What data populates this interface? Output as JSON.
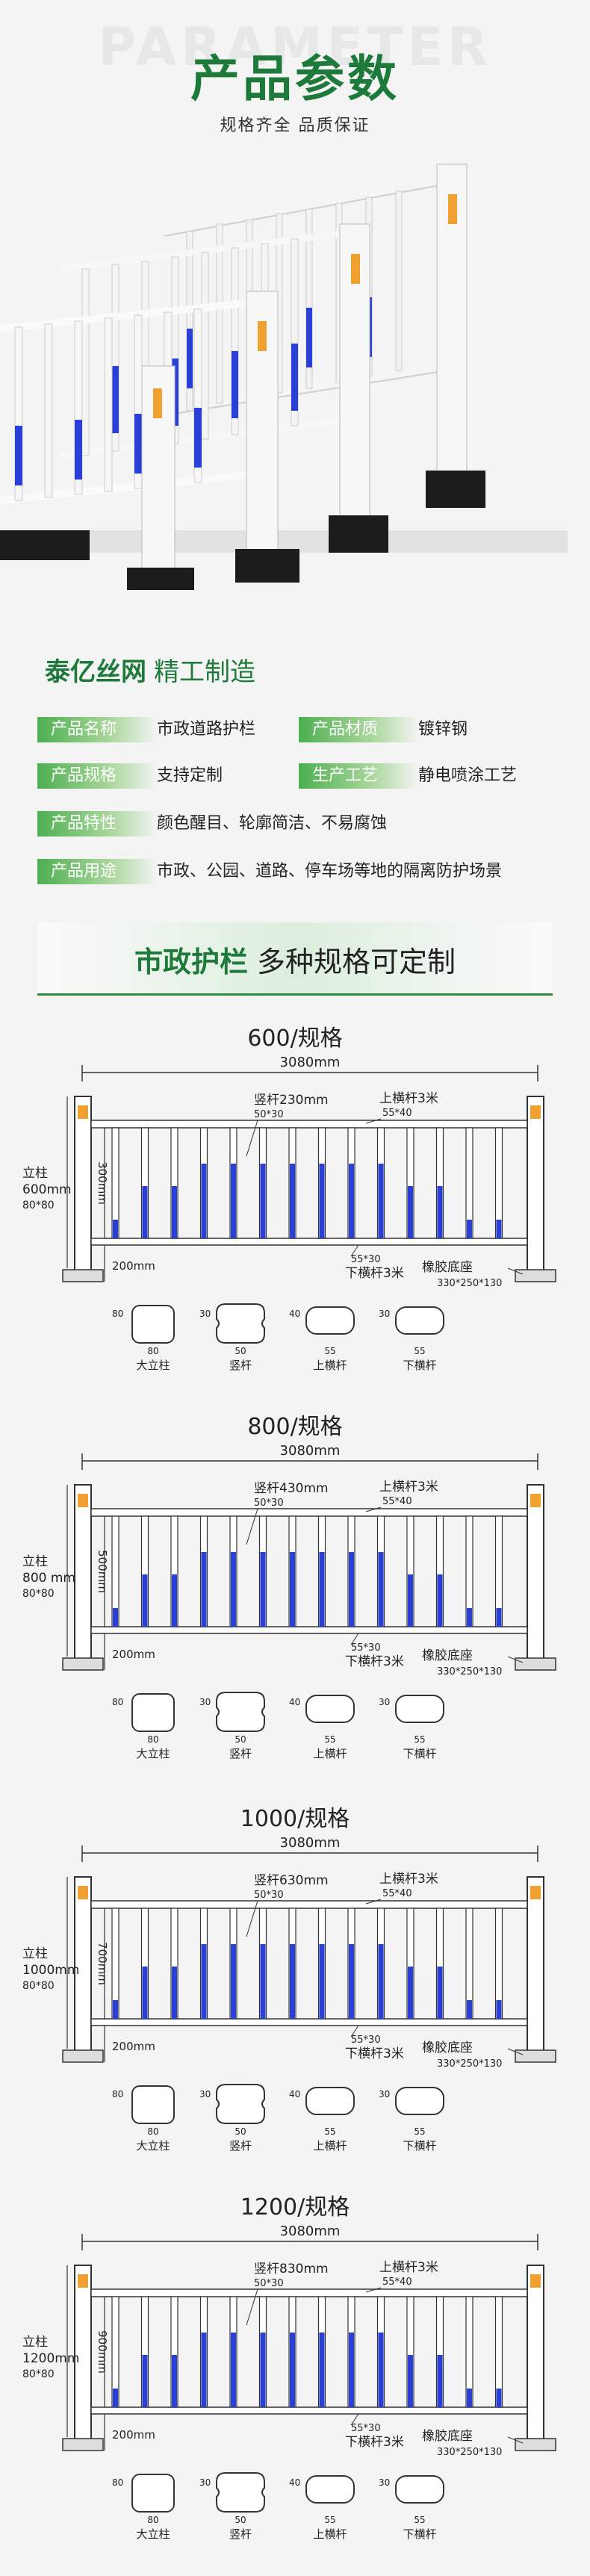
{
  "header": {
    "watermark": "PARAMETER",
    "title": "产品参数",
    "subtitle": "规格齐全 品质保证"
  },
  "brand": {
    "name": "泰亿丝网",
    "slogan": "精工制造"
  },
  "specs": [
    {
      "label": "产品名称",
      "value": "市政道路护栏"
    },
    {
      "label": "产品材质",
      "value": "镀锌钢"
    },
    {
      "label": "产品规格",
      "value": "支持定制"
    },
    {
      "label": "生产工艺",
      "value": "静电喷涂工艺"
    },
    {
      "label": "产品特性",
      "value": "颜色醒目、轮廓简洁、不易腐蚀"
    },
    {
      "label": "产品用途",
      "value": "市政、公园、道路、停车场等地的隔离防护场景"
    }
  ],
  "banner": {
    "strong": "市政护栏",
    "rest": "多种规格可定制"
  },
  "diagrams": [
    {
      "title": "600/规格",
      "height": "300mm",
      "post": "立柱",
      "post_size": "600mm",
      "post_sec": "80*80",
      "vertical": "竖杆230mm"
    },
    {
      "title": "800/规格",
      "height": "500mm",
      "post": "立柱",
      "post_size": "800 mm",
      "post_sec": "80*80",
      "vertical": "竖杆430mm"
    },
    {
      "title": "1000/规格",
      "height": "700mm",
      "post": "立柱",
      "post_size": "1000mm",
      "post_sec": "80*80",
      "vertical": "竖杆630mm"
    },
    {
      "title": "1200/规格",
      "height": "900mm",
      "post": "立柱",
      "post_size": "1200mm",
      "post_sec": "80*80",
      "vertical": "竖杆830mm"
    }
  ],
  "common": {
    "width": "3080mm",
    "vert_sec": "50*30",
    "top_rail": "上横杆3米",
    "top_sec": "55*40",
    "bottom_rail": "下横杆3米",
    "bottom_sec": "55*30",
    "gap": "200mm",
    "base": "橡胶底座",
    "base_size": "330*250*130",
    "prof": [
      {
        "name": "大立柱",
        "a": "80",
        "b": "80"
      },
      {
        "name": "竖杆",
        "a": "30",
        "b": "50"
      },
      {
        "name": "上横杆",
        "a": "40",
        "b": "55"
      },
      {
        "name": "下横杆",
        "a": "30",
        "b": "55"
      }
    ]
  },
  "colors": {
    "green": "#1d7a3a",
    "blue": "#2a3fd6",
    "tag": "#4caf50"
  }
}
